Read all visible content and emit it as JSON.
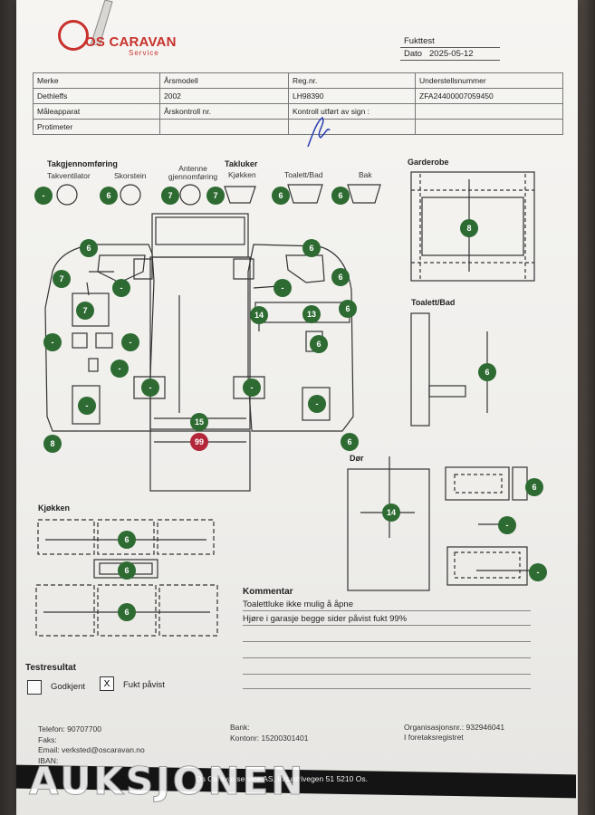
{
  "header": {
    "logo_text": "OS CARAVAN",
    "logo_sub": "Service",
    "test_title": "Fukttest",
    "date_label": "Dato",
    "date_value": "2025-05-12"
  },
  "info": {
    "row1": [
      "Merke",
      "Årsmodell",
      "Reg.nr.",
      "Understellsnummer"
    ],
    "row2": [
      "Dethleffs",
      "2002",
      "LH98390",
      "ZFA24400007059450"
    ],
    "row3": [
      "Måleapparat",
      "Årskontroll nr.",
      "Kontroll utført av sign :",
      ""
    ],
    "row4": [
      "Protimeter",
      "",
      "",
      ""
    ]
  },
  "sections": {
    "takgjennomforing": "Takgjennomføring",
    "takventilator": "Takventilator",
    "skorstein": "Skorstein",
    "antenne": "Antenne gjennomføring",
    "takluker": "Takluker",
    "kjokken_luke": "Kjøkken",
    "toalett_bad_luke": "Toalett/Bad",
    "bak": "Bak",
    "garderobe": "Garderobe",
    "toalett_bad": "Toalett/Bad",
    "dor": "Dør",
    "kjokken": "Kjøkken"
  },
  "readings": {
    "takventilator": "-",
    "skorstein": "6",
    "antenne": "7",
    "kjokken_luke": "7",
    "toalett_luke": "6",
    "bak_luke": "6",
    "garderobe": "8",
    "toalett_bad": "6",
    "plan_left_top": "6",
    "plan_left_upper": "7",
    "plan_left_mid": "-",
    "plan_left_cab": "7",
    "plan_left_a": "-",
    "plan_left_b": "-",
    "plan_left_c": "-",
    "plan_left_d": "-",
    "plan_left_e": "-",
    "plan_left_bottom": "8",
    "plan_right_top": "6",
    "plan_right_upper": "6",
    "plan_right_mid": "-",
    "plan_right_14": "14",
    "plan_right_13": "13",
    "plan_right_edge": "6",
    "plan_right_box": "6",
    "plan_right_lower": "-",
    "plan_right_corner": "-",
    "plan_right_bottom": "6",
    "plan_center_15": "15",
    "plan_center_99": "99",
    "dor_main": "14",
    "dor_top": "6",
    "dor_mid": "-",
    "dor_bottom": "-",
    "kjokken_top": "6",
    "kjokken_mid": "6",
    "kjokken_bottom": "6"
  },
  "comments": {
    "title": "Kommentar",
    "line1": "Toalettluke ikke mulig å åpne",
    "line2": "Hjøre i garasje begge sider påvist fukt 99%"
  },
  "result": {
    "title": "Testresultat",
    "approved_label": "Godkjent",
    "moisture_label": "Fukt påvist",
    "approved_mark": "",
    "moisture_mark": "X"
  },
  "contact": {
    "phone": "Telefon: 90707700",
    "fax": "Faks:",
    "email": "Email: verksted@oscaravan.no",
    "iban": "IBAN:",
    "bank_label": "Bank:",
    "account": "Kontonr: 15200301401",
    "org": "Organisasjonsnr.: 932946041",
    "register": "I foretaksregistret"
  },
  "footer": {
    "address": "Os Caravanservice AS, Industrivegen 51 5210 Os.",
    "watermark": "AUKSJONEN"
  },
  "colors": {
    "green": "#2e6b32",
    "red": "#b3263a",
    "brand": "#c8312b"
  }
}
